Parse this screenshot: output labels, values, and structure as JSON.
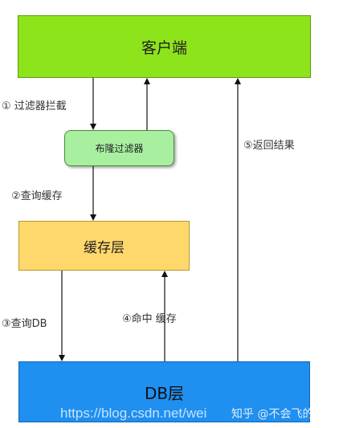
{
  "nodes": {
    "client": "客户端",
    "bloom_filter": "布隆过滤器",
    "cache": "缓存层",
    "db": "DB层"
  },
  "edges": {
    "step1": "① 过滤器拦截",
    "step2": "②查询缓存",
    "step3": "③查询DB",
    "step4": "④命中 缓存",
    "step5": "⑤返回结果"
  },
  "watermark": {
    "url": "https://blog.csdn.net/wei",
    "zh": "知乎 @不会飞的"
  },
  "colors": {
    "client": "#8ee41a",
    "bloom_filter": "#a8f0a0",
    "cache": "#ffd86b",
    "db": "#1f8ff0"
  }
}
